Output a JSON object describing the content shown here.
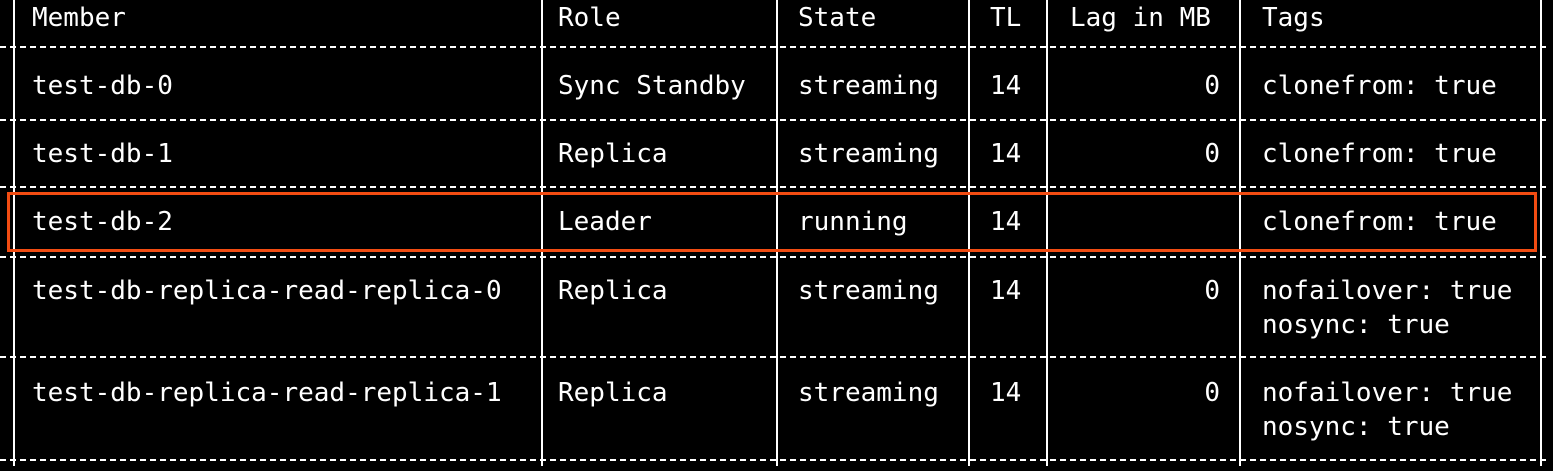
{
  "table": {
    "headers": {
      "member": "Member",
      "role": "Role",
      "state": "State",
      "tl": "TL",
      "lag": "Lag in MB",
      "tags": "Tags"
    },
    "rows": [
      {
        "member": "test-db-0",
        "role": "Sync Standby",
        "state": "streaming",
        "tl": "14",
        "lag": "0",
        "tags": [
          "clonefrom: true"
        ]
      },
      {
        "member": "test-db-1",
        "role": "Replica",
        "state": "streaming",
        "tl": "14",
        "lag": "0",
        "tags": [
          "clonefrom: true"
        ]
      },
      {
        "member": "test-db-2",
        "role": "Leader",
        "state": "running",
        "tl": "14",
        "lag": "",
        "tags": [
          "clonefrom: true"
        ]
      },
      {
        "member": "test-db-replica-read-replica-0",
        "role": "Replica",
        "state": "streaming",
        "tl": "14",
        "lag": "0",
        "tags": [
          "nofailover: true",
          "nosync: true"
        ]
      },
      {
        "member": "test-db-replica-read-replica-1",
        "role": "Replica",
        "state": "streaming",
        "tl": "14",
        "lag": "0",
        "tags": [
          "nofailover: true",
          "nosync: true"
        ]
      }
    ]
  },
  "highlighted_member": "test-db-2",
  "colors": {
    "background": "#000000",
    "text": "#ffffff",
    "highlight_border": "#f24c12"
  }
}
